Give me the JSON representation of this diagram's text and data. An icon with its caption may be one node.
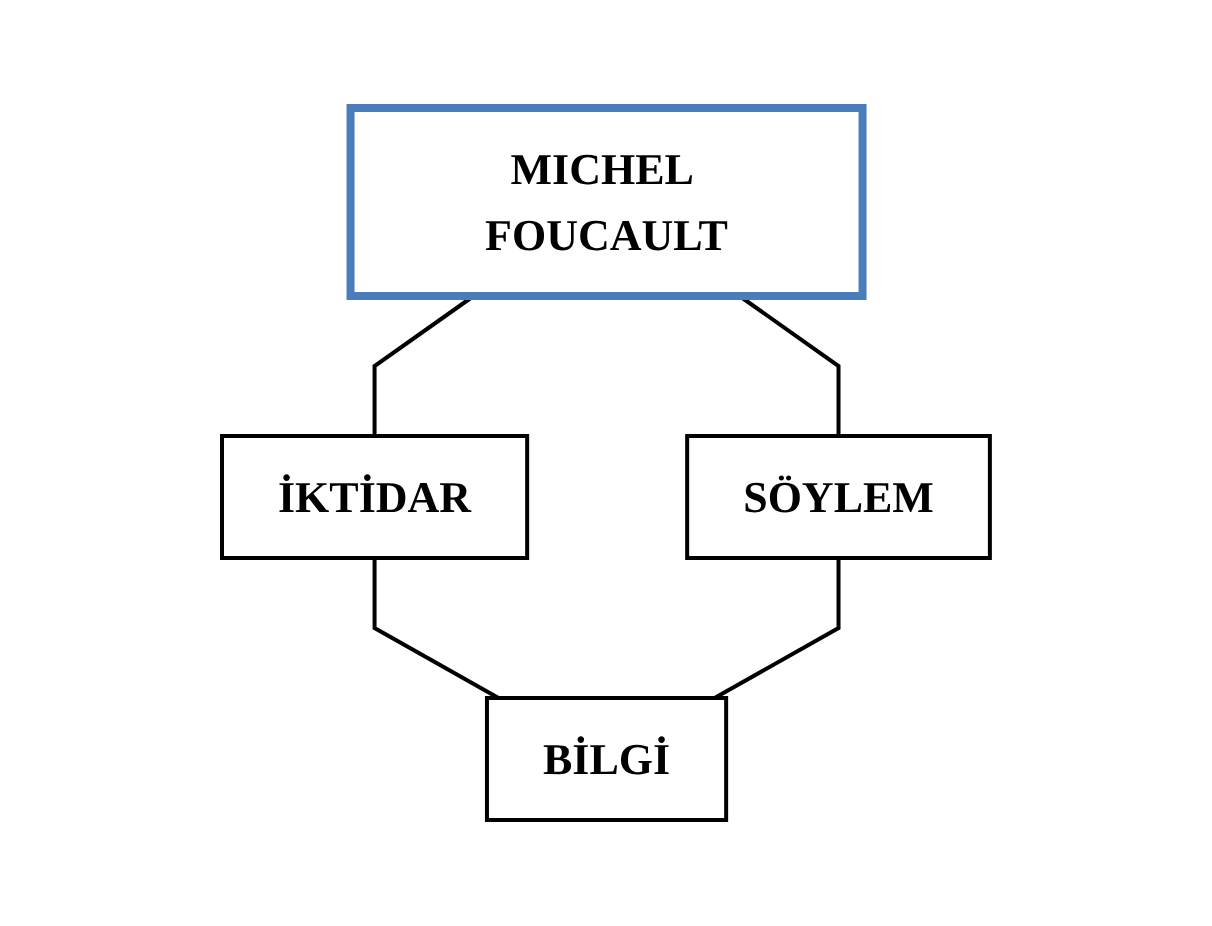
{
  "diagram": {
    "nodes": [
      {
        "text": [
          "MICHEL FOUCAULT"
        ]
      },
      {
        "text": [
          "İKTİDAR"
        ]
      },
      {
        "text": [
          "SÖYLEM"
        ]
      },
      {
        "text": [
          "BİLGİ"
        ]
      }
    ],
    "edges": [
      {
        "from": 0,
        "to": 1,
        "arrow": "none"
      },
      {
        "from": 0,
        "to": 2,
        "arrow": "none"
      },
      {
        "from": 1,
        "to": 3,
        "arrow": "none"
      },
      {
        "from": 2,
        "to": 3,
        "arrow": "none"
      }
    ]
  }
}
